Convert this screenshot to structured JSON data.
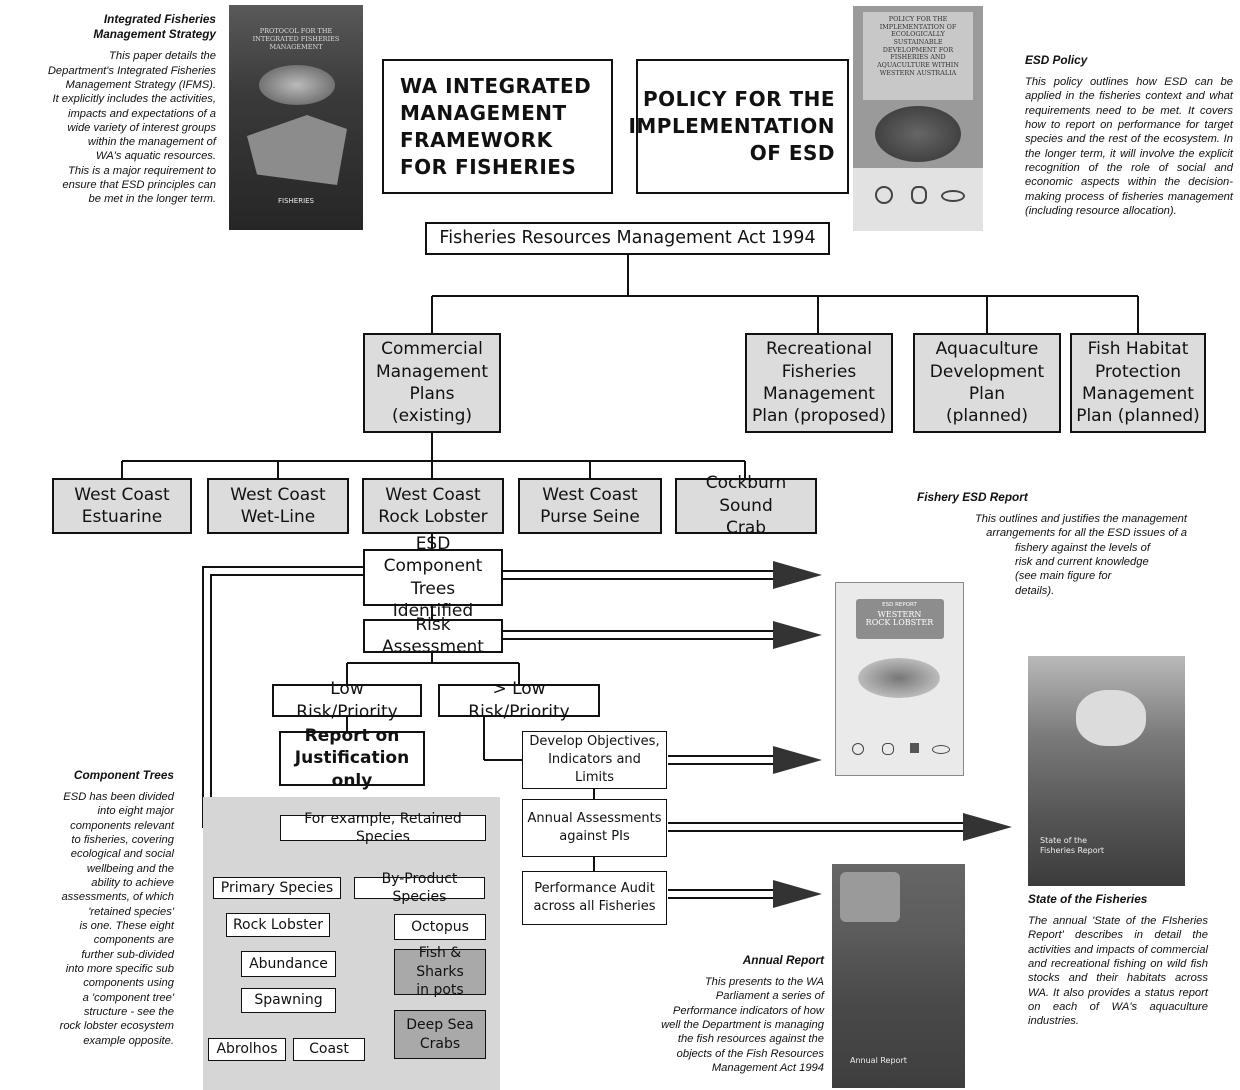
{
  "main_titles": {
    "framework": "WA INTEGRATED\nMANAGEMENT\nFRAMEWORK\nFOR FISHERIES",
    "policy": "POLICY FOR THE\nIMPLEMENTATION\nOF ESD"
  },
  "act": "Fisheries Resources Management Act 1994",
  "plans": {
    "commercial": "Commercial\nManagement\nPlans\n(existing)",
    "recreational": "Recreational\nFisheries\nManagement\nPlan (proposed)",
    "aquaculture": "Aquaculture\nDevelopment\nPlan\n(planned)",
    "habitat": "Fish Habitat\nProtection\nManagement\nPlan (planned)"
  },
  "fisheries": {
    "estuarine": "West Coast\nEstuarine",
    "wetline": "West Coast\nWet-Line",
    "rocklobster": "West Coast\nRock Lobster",
    "purseseine": "West Coast\nPurse Seine",
    "cockburn": "Cockburn Sound\nCrab"
  },
  "process": {
    "esd_trees": "ESD Component\nTrees Identified",
    "risk": "Risk Assessment",
    "low_risk": "Low Risk/Priority",
    "high_risk": "> Low Risk/Priority",
    "report": "Report on\nJustification only",
    "develop": "Develop Objectives,\nIndicators and Limits",
    "annual": "Annual Assessments\nagainst PIs",
    "audit": "Performance Audit\nacross all Fisheries"
  },
  "tree": {
    "example": "For example, Retained Species",
    "primary": "Primary Species",
    "byproduct": "By-Product Species",
    "rock_lobster": "Rock Lobster",
    "abundance": "Abundance",
    "spawning": "Spawning",
    "abrolhos": "Abrolhos",
    "coast": "Coast",
    "octopus": "Octopus",
    "fish_sharks": "Fish & Sharks\nin pots",
    "deep_sea": "Deep Sea\nCrabs"
  },
  "notes": {
    "ifms": {
      "title": "Integrated Fisheries\nManagement Strategy",
      "body": "This paper details the\nDepartment's Integrated Fisheries\nManagement Strategy (IFMS).\nIt explicitly includes the activities,\nimpacts and expectations of a\nwide variety of interest groups\nwithin the management of\nWA's aquatic resources.\nThis is a major requirement to\nensure that ESD principles can\nbe met in the longer term."
    },
    "esd_policy": {
      "title": "ESD Policy",
      "body": "This policy outlines how ESD can be applied in the fisheries context and what requirements need to be met. It covers how to report on performance for target species and the rest of the ecosystem. In the longer term, it will involve the explicit recognition of the role of social and economic aspects within the decision-making process of fisheries management (including resource allocation)."
    },
    "fishery_report": {
      "title": "Fishery ESD Report",
      "body1": "This outlines and justifies the management\narrangements for all the ESD issues of a",
      "body2": "fishery against the levels of\nrisk and current knowledge\n(see main figure for\ndetails)."
    },
    "component_trees": {
      "title": "Component Trees",
      "body": "ESD has been divided\ninto eight major\ncomponents relevant\nto fisheries, covering\necological and social\nwellbeing and the\nability to achieve\nassessments, of which\n'retained species'\nis one. These eight\ncomponents are\nfurther sub-divided\ninto more specific sub\ncomponents using\na 'component tree'\nstructure - see the\nrock lobster ecosystem\nexample opposite."
    },
    "annual_report": {
      "title": "Annual Report",
      "body": "This presents to the WA\nParliament a series of\nPerformance indicators of how\nwell the Department is managing\nthe fish resources against the\nobjects of the Fish Resources\nManagement Act 1994"
    },
    "state_fisheries": {
      "title": "State of the Fisheries",
      "body": "The annual 'State of the FIsheries Report' describes in detail the activities and impacts of commercial and recreational fishing on wild fish stocks and their habitats across WA. It also provides a status report on each of WA's aquaculture industries."
    }
  },
  "covers": {
    "ifms_cover": "PROTOCOL FOR THE INTEGRATED FISHERIES MANAGEMENT",
    "ifms_logo": "FISHERIES",
    "policy_cover": "POLICY FOR THE IMPLEMENTATION OF ECOLOGICALLY SUSTAINABLE DEVELOPMENT FOR FISHERIES AND AQUACULTURE WITHIN WESTERN AUSTRALIA",
    "esd_report_tag": "ESD REPORT",
    "esd_report_title": "WESTERN\nROCK LOBSTER",
    "state_cover": "State of the\nFisheries Report",
    "annual_cover": "Annual Report"
  },
  "colors": {
    "box_fill": "#dcdcdc",
    "box_dark": "#a9a9a9",
    "panel": "#d6d6d6",
    "line": "#111111",
    "arrow": "#333333"
  }
}
